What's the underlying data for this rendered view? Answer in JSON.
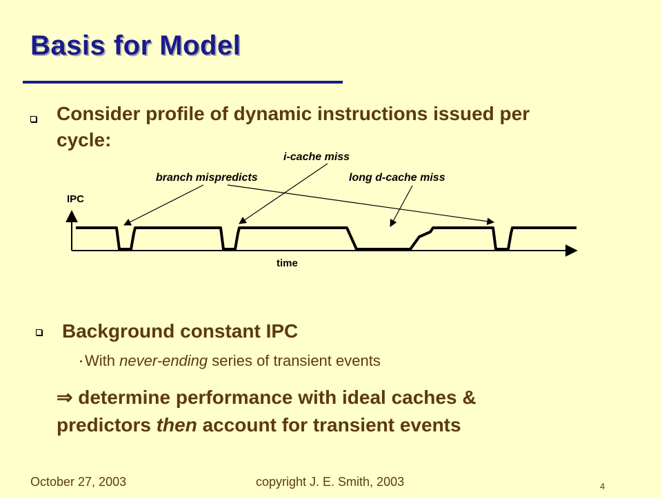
{
  "slide": {
    "title": "Basis for Model"
  },
  "bullets": [
    {
      "text_line1": "Consider profile of dynamic instructions issued per",
      "text_line2": "cycle:"
    },
    {
      "text": "Background constant IPC",
      "sub": {
        "before": "With ",
        "emphasis": "never-ending",
        "after": " series of transient events"
      }
    }
  ],
  "diagram": {
    "y_axis_label": "IPC",
    "x_axis_label": "time",
    "annotations": {
      "icache": "i-cache miss",
      "branch": "branch mispredicts",
      "dcache": "long d-cache miss"
    }
  },
  "conclusion": {
    "arrow_symbol": "⇒",
    "line1": " determine performance with ideal caches &",
    "line2_a": "predictors ",
    "line2_em": "then",
    "line2_b": " account for transient events"
  },
  "footer": {
    "date": "October 27,  2003",
    "copyright": "copyright J. E. Smith, 2003",
    "page": "4"
  },
  "colors": {
    "title": "#1a1a8c",
    "text": "#5c3a0d",
    "background": "#ffffcc"
  }
}
